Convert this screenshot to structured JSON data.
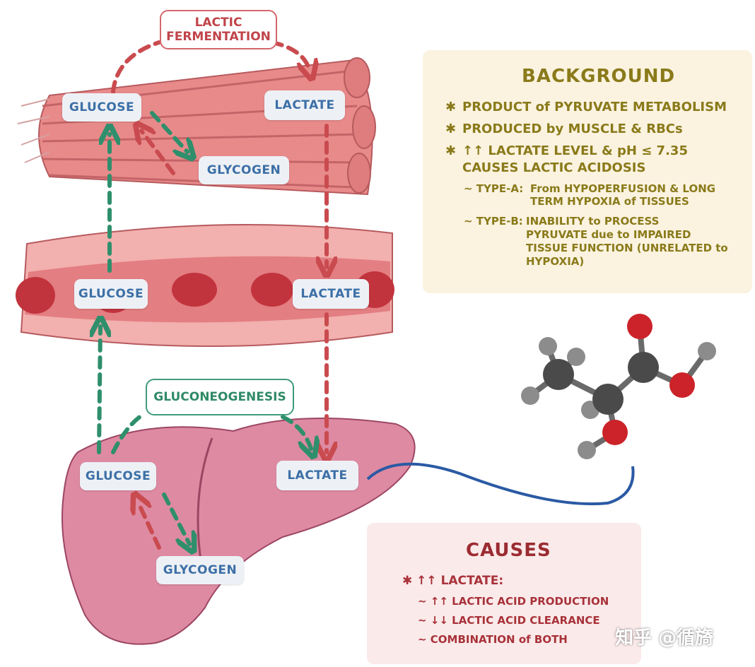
{
  "processes": {
    "lactic_fermentation": "LACTIC FERMENTATION",
    "gluconeogenesis": "GLUCONEOGENESIS"
  },
  "muscle": {
    "glucose": "GLUCOSE",
    "lactate": "LACTATE",
    "glycogen": "GLYCOGEN"
  },
  "blood": {
    "glucose": "GLUCOSE",
    "lactate": "LACTATE"
  },
  "liver": {
    "glucose": "GLUCOSE",
    "lactate": "LACTATE",
    "glycogen": "GLYCOGEN"
  },
  "background": {
    "title": "BACKGROUND",
    "bullet": "✱",
    "items": [
      "PRODUCT of PYRUVATE METABOLISM",
      "PRODUCED by MUSCLE & RBCs",
      "↑↑ LACTATE LEVEL & pH ≤ 7.35",
      "CAUSES LACTIC ACIDOSIS"
    ],
    "type_a": {
      "label": "~ TYPE-A:",
      "lines": [
        "From HYPOPERFUSION & LONG",
        "TERM HYPOXIA of TISSUES"
      ]
    },
    "type_b": {
      "label": "~ TYPE-B:",
      "lines": [
        "INABILITY to PROCESS",
        "PYRUVATE due to IMPAIRED",
        "TISSUE FUNCTION (UNRELATED to",
        "HYPOXIA)"
      ]
    }
  },
  "causes": {
    "title": "CAUSES",
    "main": "✱ ↑↑ LACTATE:",
    "items": [
      "~ ↑↑ LACTIC ACID PRODUCTION",
      "~ ↓↓ LACTIC ACID CLEARANCE",
      "~ COMBINATION of BOTH"
    ]
  },
  "watermark": "知乎 @循旖",
  "colors": {
    "red_arrow": "#c94b4f",
    "green_arrow": "#2f8f6c",
    "pill_text": "#3c6fa6",
    "background_text": "#8a7a1a",
    "causes_text": "#9b2c32"
  }
}
